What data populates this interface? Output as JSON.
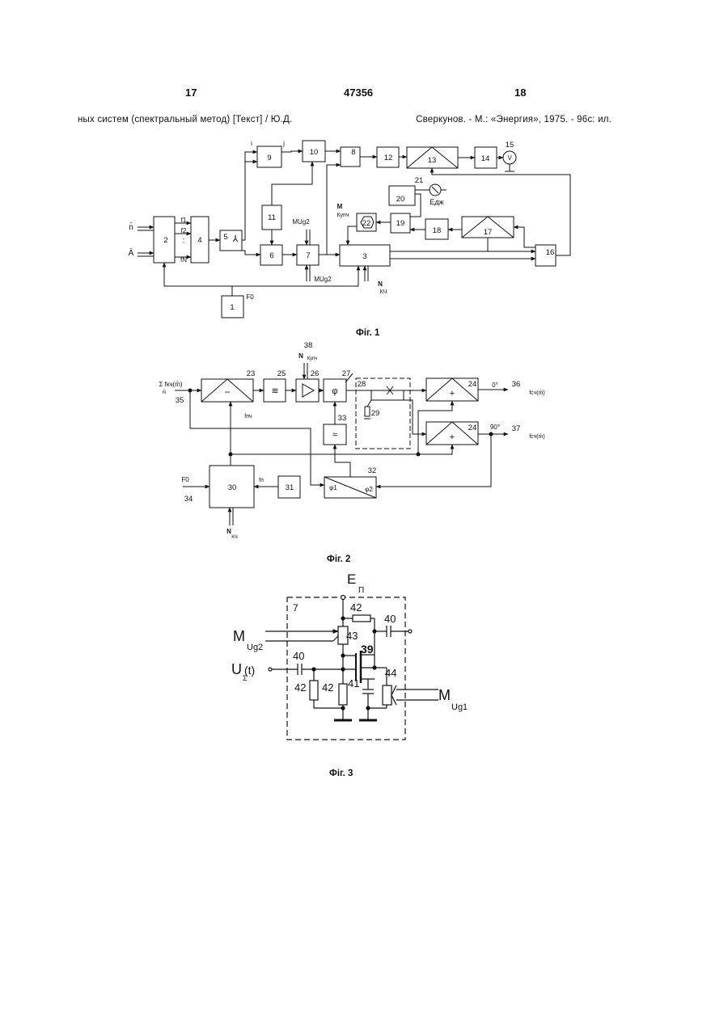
{
  "header": {
    "left_page": "17",
    "patent_number": "47356",
    "right_page": "18"
  },
  "continuation": {
    "part_a": "ных систем (спектральный метод) [Текст] / Ю.Д.",
    "part_b": "Сверкунов. - М.: «Энергия», 1975. - 96с: ил."
  },
  "fig1": {
    "caption": "Фіг. 1",
    "blocks": [
      "1",
      "2",
      "3",
      "4",
      "5",
      "6",
      "7",
      "8",
      "9",
      "10",
      "11",
      "12",
      "13",
      "14",
      "15",
      "16",
      "17",
      "18",
      "19",
      "20",
      "21",
      "22"
    ],
    "labels": {
      "n": "n̄",
      "A": "Ā",
      "f1": "f1",
      "f2": "f2",
      "fN": "fN",
      "F0": "F0",
      "Mug2_top": "MUg2",
      "Mug2_bot": "MUg2",
      "Mkupch": "M",
      "Mkupch_sub": "Купч",
      "Nkch": "N",
      "Nkch_sub": "КЧ",
      "Edzh": "Eдж",
      "i": "i",
      "j": "j",
      "volt": "V"
    }
  },
  "fig2": {
    "caption": "Фіг. 2",
    "blocks": [
      "23",
      "24",
      "25",
      "26",
      "27",
      "28",
      "29",
      "30",
      "31",
      "32",
      "33",
      "34",
      "35",
      "36",
      "37",
      "38"
    ],
    "labels": {
      "sum_in": "Σ fкч(m̄)",
      "sum_sub": "m̄",
      "N_top": "N",
      "N_top_sub": "Купч",
      "fnch": "fпч",
      "F0": "F0",
      "fn": "fп",
      "Nkch": "N",
      "Nkch_sub": "КЧ",
      "deg0": "0°",
      "deg90": "90°",
      "out36": "fсч(m̄)",
      "out37": "fсч(m̄)",
      "phi": "φ",
      "phi1": "φ1",
      "phi2": "φ2",
      "approx": "≈",
      "minus": "−",
      "plus": "+"
    }
  },
  "fig3": {
    "caption": "Фіг. 3",
    "labels": {
      "En": "E",
      "En_sub": "П",
      "Mug2": "M",
      "Mug2_sub": "Ug2",
      "Mug1": "M",
      "Mug1_sub": "Ug1",
      "Ut": "U",
      "Ut_t": "(t)",
      "Ut_sub": "Σ",
      "block7": "7"
    },
    "parts": [
      "39",
      "40",
      "40",
      "41",
      "42",
      "42",
      "42",
      "43",
      "44"
    ]
  }
}
